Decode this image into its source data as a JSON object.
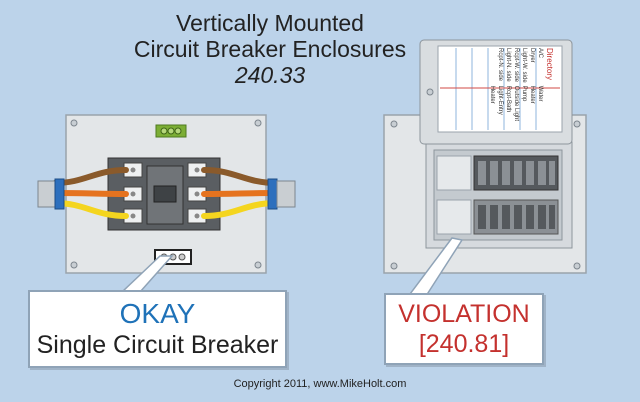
{
  "title": {
    "line1": "Vertically Mounted",
    "line2": "Circuit Breaker Enclosures",
    "code": "240.33"
  },
  "left_callout": {
    "status": "OKAY",
    "caption": "Single Circuit Breaker"
  },
  "right_callout": {
    "status": "VIOLATION",
    "reference": "[240.81]"
  },
  "directory": {
    "heading": "Directory",
    "column1": [
      "A/C",
      "Dryer",
      "Light-W. side",
      "Rcpt-W. side",
      "Light-N. side",
      "Rcpt-N. side"
    ],
    "column2": [
      "Water",
      "Heater",
      "Pump",
      "Outside Light",
      "Rcpt-Bath",
      "Light-Entry",
      "Heater"
    ]
  },
  "copyright": "Copyright 2011, www.MikeHolt.com",
  "colors": {
    "background": "#bcd3ea",
    "ok_text": "#1f72b8",
    "violation_text": "#c4312e",
    "panel": "#dfe3e6",
    "wire_brown": "#8a5a2b",
    "wire_orange": "#e5731f",
    "wire_yellow": "#f4d51f",
    "connector_blue": "#2d6fbd"
  }
}
